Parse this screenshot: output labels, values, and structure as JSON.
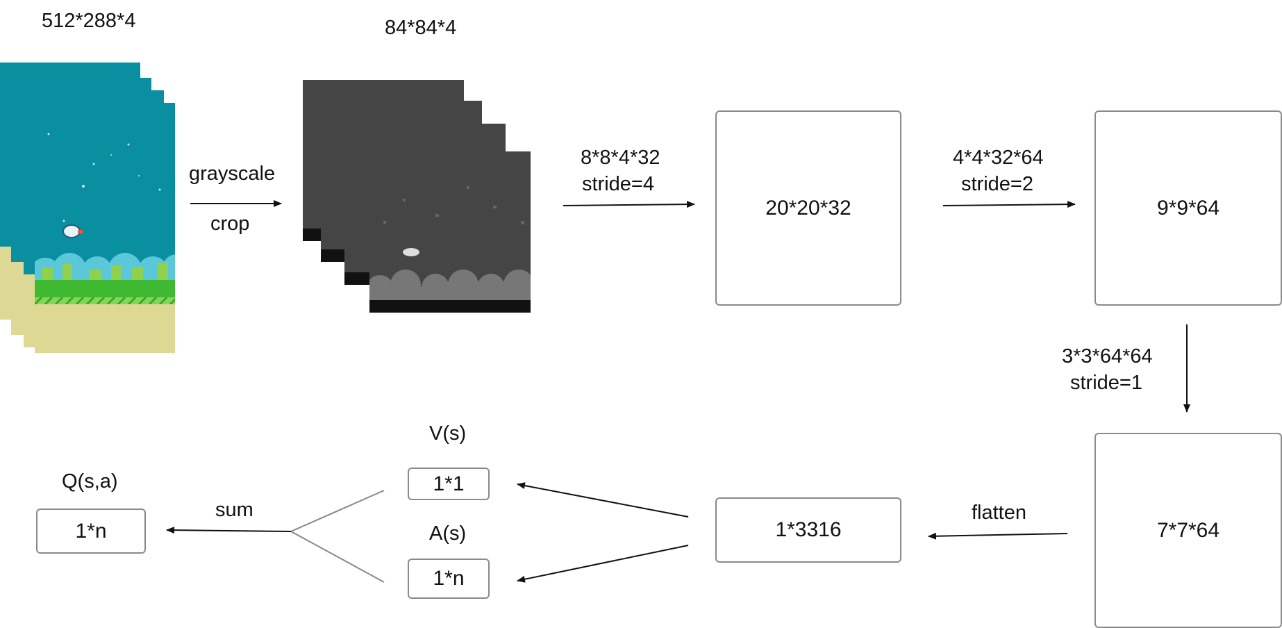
{
  "input": {
    "size_label": "512*288*4"
  },
  "preprocess": {
    "step1": "grayscale",
    "step2": "crop",
    "size_label": "84*84*4"
  },
  "conv1": {
    "kernel": "8*8*4*32",
    "stride": "stride=4",
    "output": "20*20*32"
  },
  "conv2": {
    "kernel": "4*4*32*64",
    "stride": "stride=2",
    "output": "9*9*64"
  },
  "conv3": {
    "kernel": "3*3*64*64",
    "stride": "stride=1",
    "output": "7*7*64"
  },
  "flatten": {
    "label": "flatten",
    "output": "1*3316"
  },
  "value": {
    "title": "V(s)",
    "output": "1*1"
  },
  "advantage": {
    "title": "A(s)",
    "output": "1*n"
  },
  "aggregate": {
    "label": "sum",
    "title": "Q(s,a)",
    "output": "1*n"
  },
  "colors": {
    "sky": "#0a8fa1",
    "ground": "#ded895",
    "grass": "#3fb832",
    "gray_frame": "#454545",
    "box_border": "#8a8a8a"
  }
}
